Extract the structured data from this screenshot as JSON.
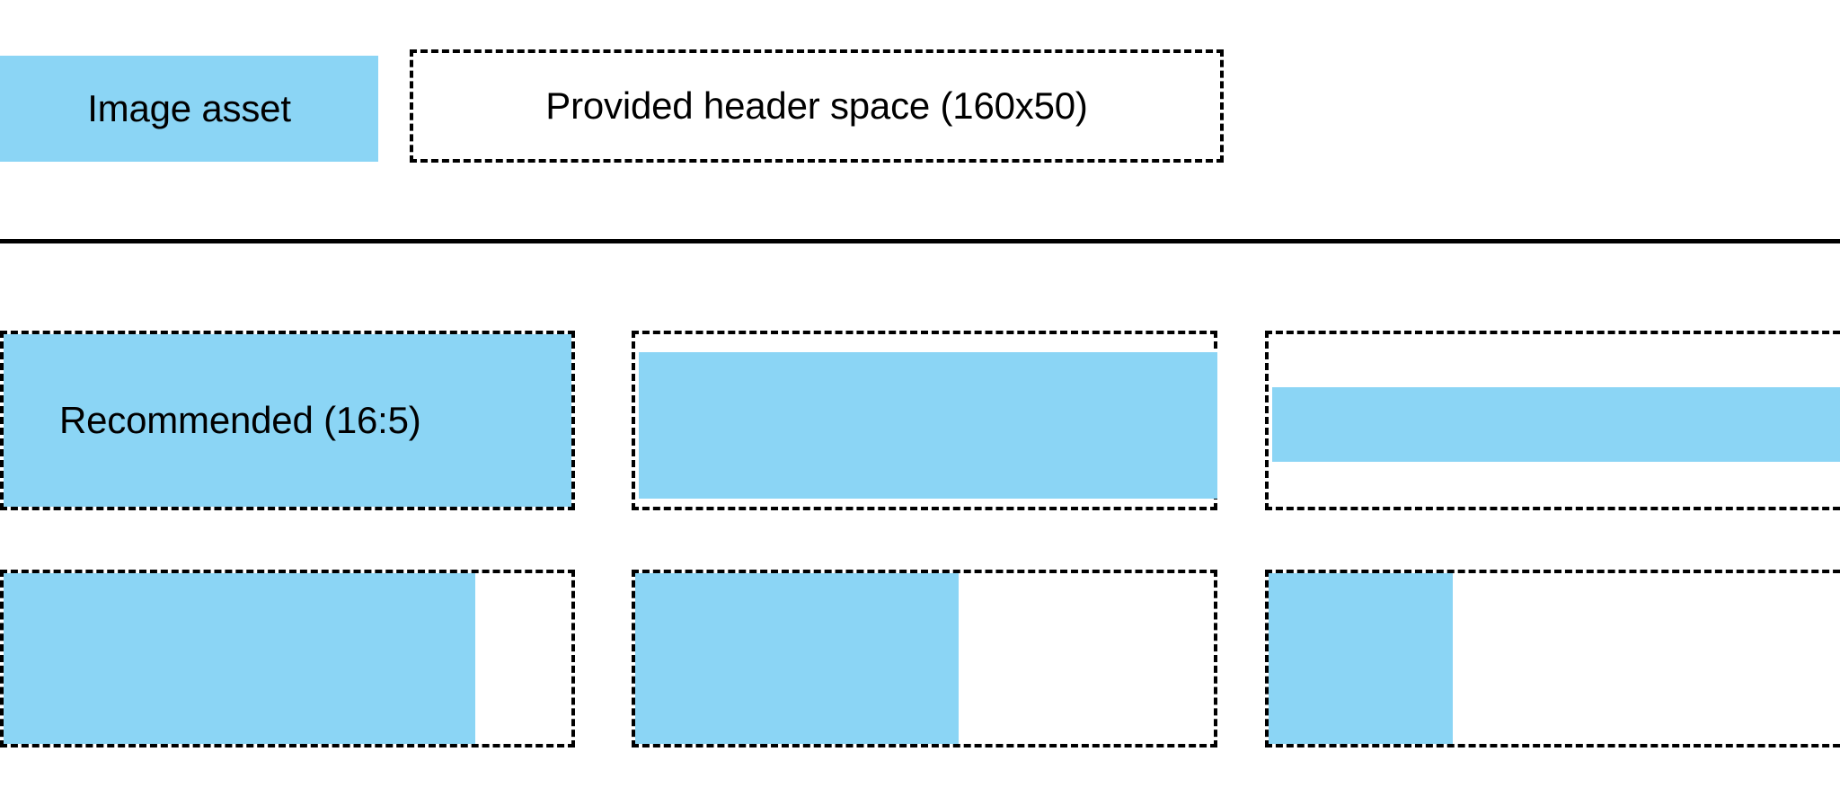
{
  "header": {
    "image_asset_label": "Image asset",
    "provided_space_label": "Provided header space (160x50)"
  },
  "examples": {
    "recommended_label": "Recommended (16:5)"
  },
  "colors": {
    "asset_fill": "#8BD5F5",
    "outline": "#000000",
    "background": "#FFFFFF",
    "text": "#000000"
  }
}
